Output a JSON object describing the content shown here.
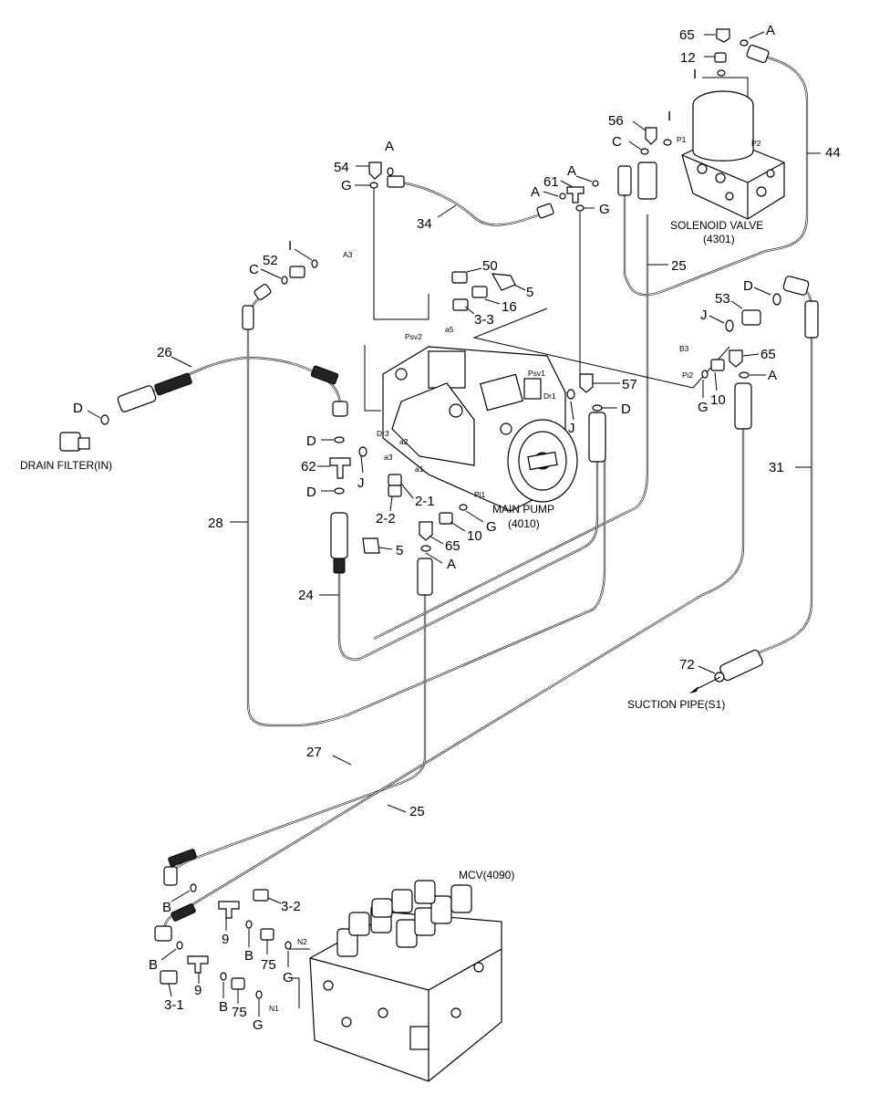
{
  "components": {
    "main_pump": {
      "name": "MAIN PUMP",
      "code": "(4010)"
    },
    "solenoid_valve": {
      "name": "SOLENOID VALVE",
      "code": "(4301)"
    },
    "mcv": {
      "name": "MCV(4090)"
    },
    "drain_filter": {
      "name": "DRAIN FILTER(IN)"
    },
    "suction_pipe": {
      "name": "SUCTION PIPE(S1)"
    }
  },
  "ports": {
    "a3_top": "A3",
    "psv2": "Psv2",
    "a5": "a5",
    "psv1": "Psv1",
    "dr1": "Dr1",
    "dr3": "Dr3",
    "a3": "a3",
    "a2": "a2",
    "a1": "a1",
    "pi1": "Pi1",
    "b3": "B3",
    "pi2": "Pi2",
    "p1": "P1",
    "p2": "P2",
    "n2": "N2",
    "n1": "N1"
  },
  "labels": {
    "l65a": "65",
    "lAa": "A",
    "l12": "12",
    "lIa": "I",
    "l56": "56",
    "lIb": "I",
    "lCa": "C",
    "l44": "44",
    "l54": "54",
    "lAb": "A",
    "lGa": "G",
    "l61": "61",
    "lAc": "A",
    "lAd": "A",
    "lGb": "G",
    "l34": "34",
    "lIc": "I",
    "l52": "52",
    "lCb": "C",
    "l25a": "25",
    "l50": "50",
    "l16": "16",
    "l5a": "5",
    "l33": "3-3",
    "lDa": "D",
    "l53": "53",
    "lJa": "J",
    "l26": "26",
    "l65b": "65",
    "lAe": "A",
    "l57": "57",
    "lGc": "G",
    "l10a": "10",
    "lDb": "D",
    "lJb": "J",
    "lDc": "D",
    "lDd": "D",
    "l62": "62",
    "lDe": "D",
    "lJc": "J",
    "l31": "31",
    "l28": "28",
    "l21": "2-1",
    "l22": "2-2",
    "l10b": "10",
    "lGd": "G",
    "l65c": "65",
    "l5b": "5",
    "lAf": "A",
    "l24": "24",
    "l72": "72",
    "l27": "27",
    "l25b": "25",
    "lBa": "B",
    "l9a": "9",
    "l32": "3-2",
    "lBb": "B",
    "l9b": "9",
    "lBc": "B",
    "l75a": "75",
    "lGe": "G",
    "l31b": "3-1",
    "lBd": "B",
    "l75b": "75",
    "lGf": "G"
  }
}
